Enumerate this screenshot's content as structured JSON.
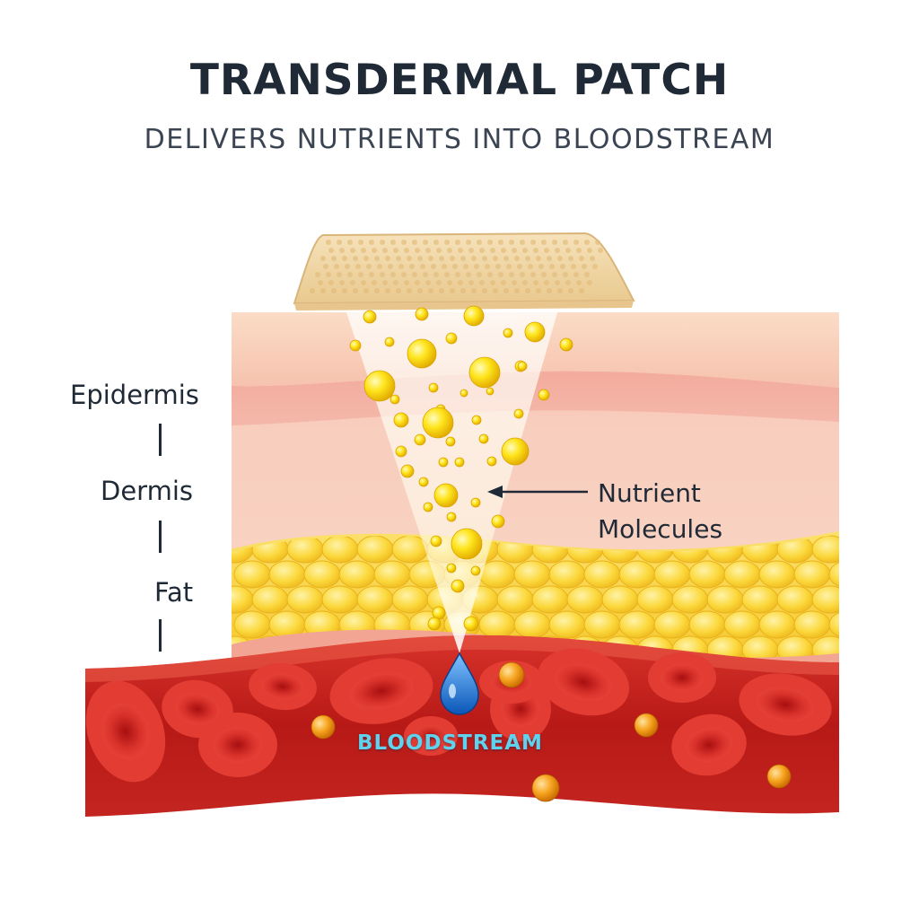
{
  "title": "TRANSDERMAL PATCH",
  "subtitle": "DELIVERS NUTRIENTS INTO BLOODSTREAM",
  "layers": {
    "epidermis": "Epidermis",
    "dermis": "Dermis",
    "fat": "Fat"
  },
  "callout": {
    "line1": "Nutrient",
    "line2": "Molecules"
  },
  "bloodstream_label": "BLOODSTREAM",
  "colors": {
    "title": "#1f2a36",
    "patch": "#f2d7a6",
    "epidermis": "#f7c9b4",
    "dermis": "#f6c6b6",
    "fat": "#f8d23a",
    "blood_vessel": "#c8201c",
    "nutrient": "#ffe11a",
    "bloodstream_text": "#5fd3ee",
    "droplet": "#1e6fd0"
  }
}
